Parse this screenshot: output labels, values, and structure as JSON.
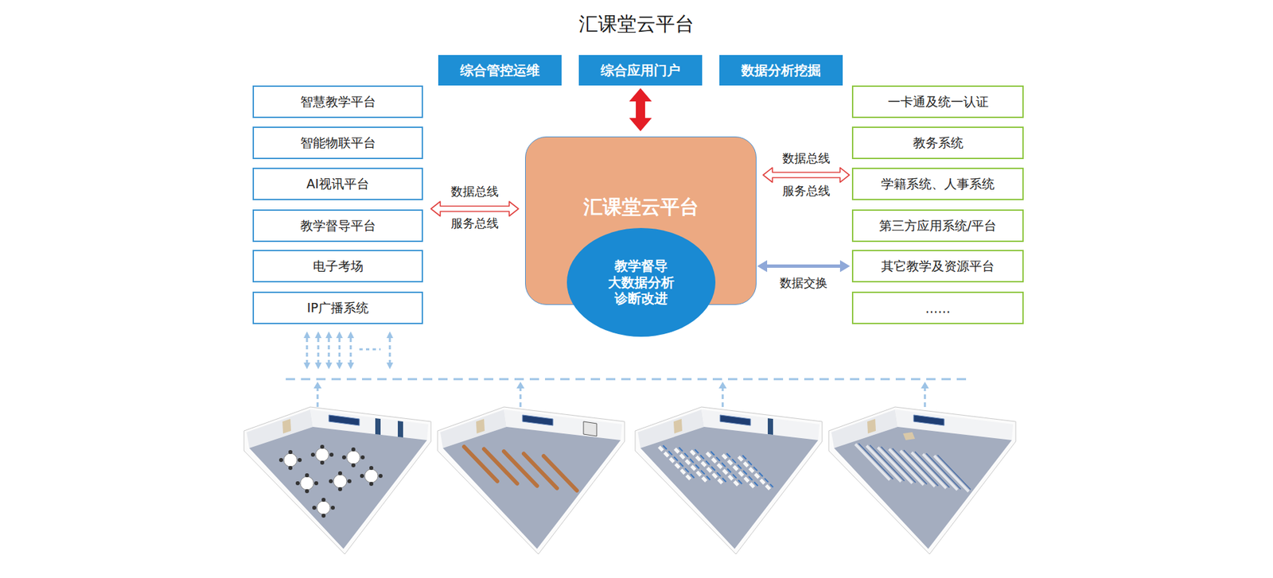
{
  "diagram": {
    "title": "汇课堂云平台",
    "nodes": [
      {
        "text": [
          "综合管控运维"
        ]
      },
      {
        "text": [
          "综合应用门户"
        ]
      },
      {
        "text": [
          "数据分析挖掘"
        ]
      },
      {
        "text": [
          "智慧教学平台"
        ]
      },
      {
        "text": [
          "智能物联平台"
        ]
      },
      {
        "text": [
          "AI视讯平台"
        ]
      },
      {
        "text": [
          "教学督导平台"
        ]
      },
      {
        "text": [
          "电子考场"
        ]
      },
      {
        "text": [
          "IP广播系统"
        ]
      },
      {
        "text": [
          "汇课堂云平台"
        ]
      },
      {
        "text": [
          "教学督导 大数据分析 诊断改进"
        ],
        "in": 9
      },
      {
        "text": [
          "一卡通及统一认证"
        ]
      },
      {
        "text": [
          "教务系统"
        ]
      },
      {
        "text": [
          "学籍系统、人事系统"
        ]
      },
      {
        "text": [
          "第三方应用系统/平台"
        ]
      },
      {
        "text": [
          "其它教学及资源平台"
        ]
      },
      {
        "text": [
          "……"
        ]
      }
    ],
    "edges": [
      {
        "from": 1,
        "to": 9,
        "arrow": "both"
      },
      {
        "from": 6,
        "to": 9,
        "label": "数据总线",
        "arrow": "both"
      },
      {
        "from": 9,
        "to": 13,
        "label": "数据总线",
        "arrow": "both"
      },
      {
        "from": 9,
        "to": 15,
        "label": "数据交换",
        "arrow": "both"
      }
    ],
    "labels": [
      "服务总线",
      "服务总线"
    ]
  }
}
